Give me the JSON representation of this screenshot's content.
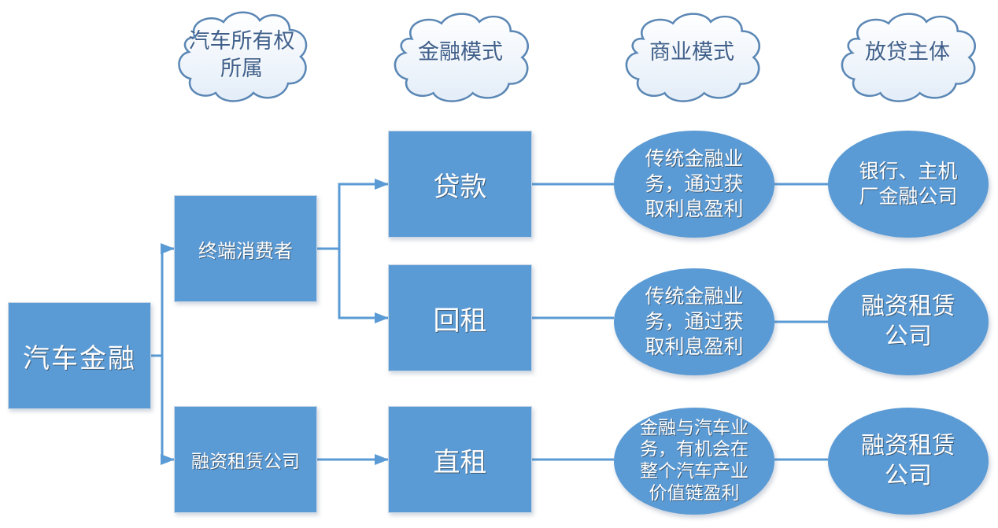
{
  "headers": [
    {
      "id": "ownership",
      "lines": [
        "汽车所有权",
        "所属"
      ]
    },
    {
      "id": "finance-mode",
      "lines": [
        "金融模式"
      ]
    },
    {
      "id": "business-mode",
      "lines": [
        "商业模式"
      ]
    },
    {
      "id": "lender",
      "lines": [
        "放贷主体"
      ]
    }
  ],
  "root": {
    "label": "汽车金融"
  },
  "owners": [
    {
      "label": "终端消费者"
    },
    {
      "label": "融资租赁公司"
    }
  ],
  "modes": [
    {
      "label": "贷款"
    },
    {
      "label": "回租"
    },
    {
      "label": "直租"
    }
  ],
  "business": [
    {
      "lines": [
        "传统金融业",
        "务，通过获",
        "取利息盈利"
      ]
    },
    {
      "lines": [
        "传统金融业",
        "务，通过获",
        "取利息盈利"
      ]
    },
    {
      "lines": [
        "金融与汽车业",
        "务，有机会在",
        "整个汽车产业",
        "价值链盈利"
      ]
    }
  ],
  "lenders": [
    {
      "lines": [
        "银行、主机",
        "厂金融公司"
      ]
    },
    {
      "lines": [
        "融资租赁",
        "公司"
      ]
    },
    {
      "lines": [
        "融资租赁",
        "公司"
      ]
    }
  ],
  "colors": {
    "fill": "#5b9bd5",
    "connector": "#5b9bd5",
    "cloud_stroke": "#5b87b5",
    "cloud_text": "#3f5f8a"
  }
}
